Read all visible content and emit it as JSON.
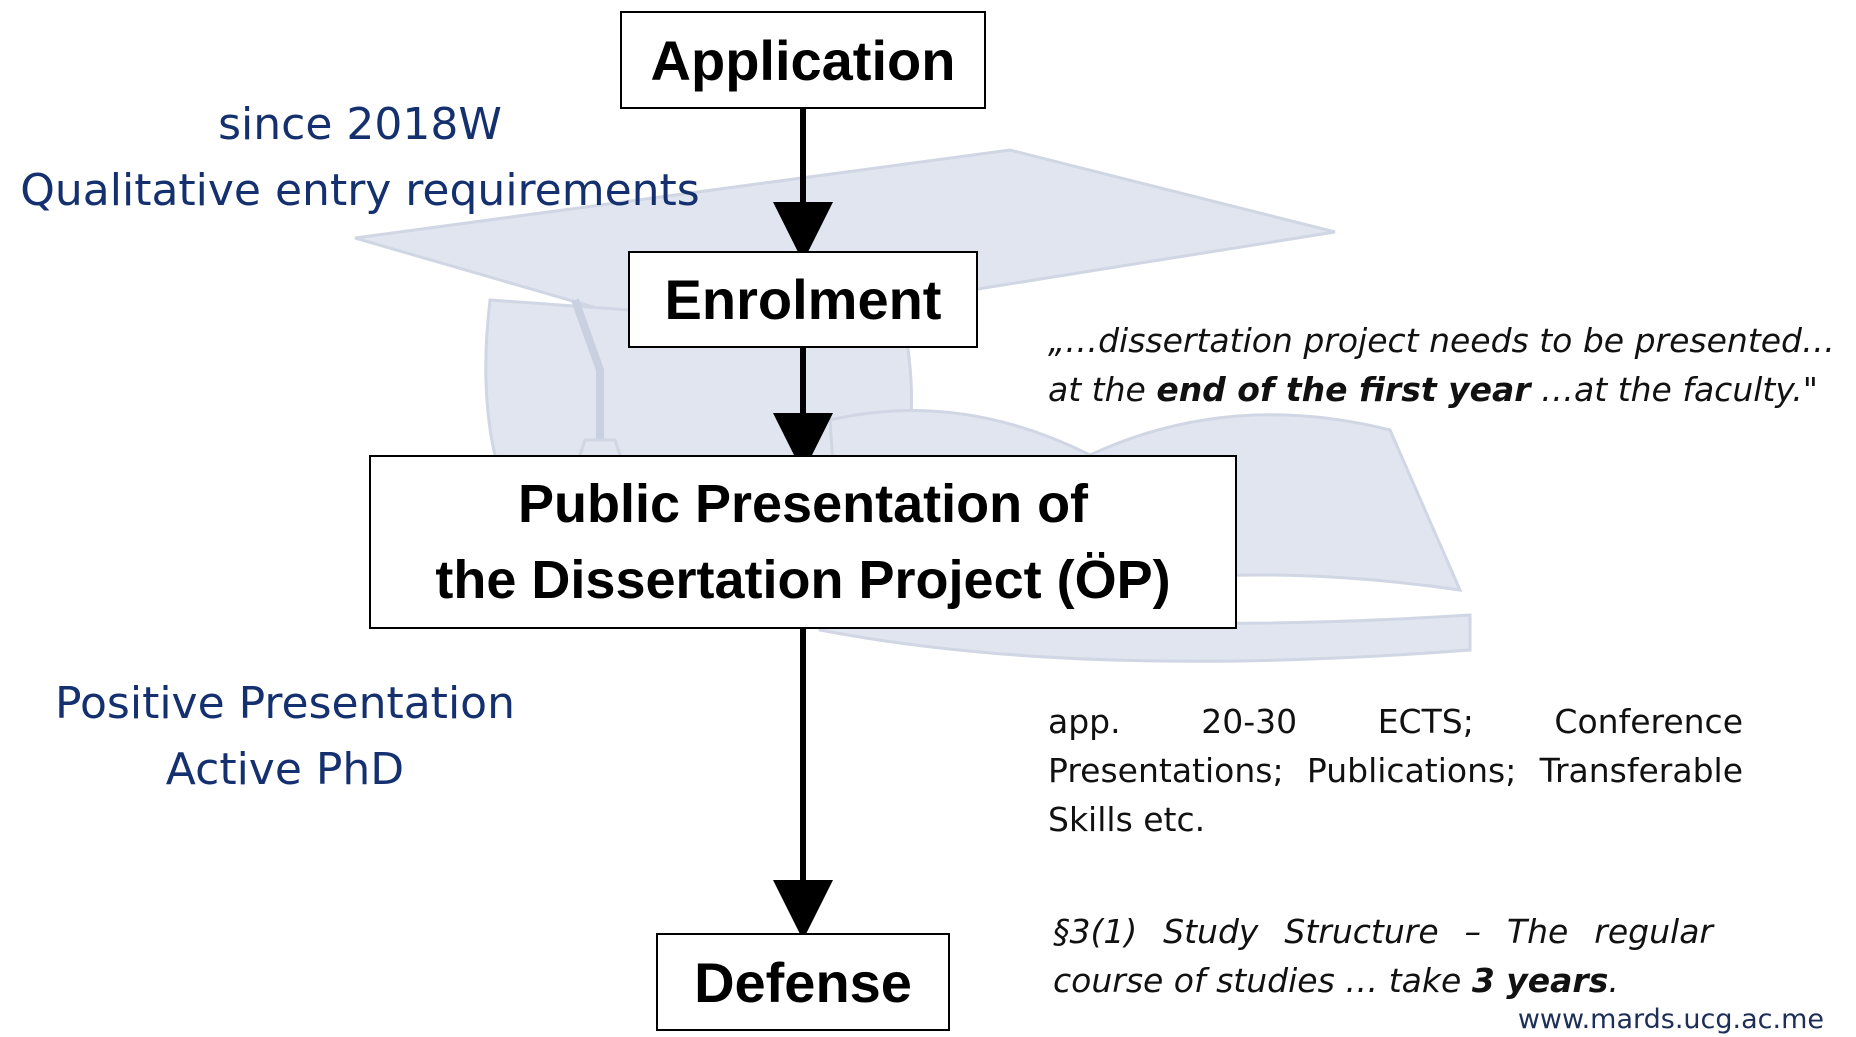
{
  "flow": {
    "application": "Application",
    "enrolment": "Enrolment",
    "presentation_line1": "Public Presentation of",
    "presentation_line2": "the Dissertation Project (ÖP)",
    "defense": "Defense"
  },
  "notes": {
    "entry_line1": "since 2018W",
    "entry_line2": "Qualitative entry requirements",
    "status_line1": "Positive Presentation",
    "status_line2": "Active PhD"
  },
  "quote": {
    "line1": "„…dissertation project needs to be presented…",
    "line2_pre": "at the ",
    "line2_bold": "end of the first year",
    "line2_post": " …at the faculty.\""
  },
  "workload": "app. 20-30 ECTS; Conference Presentations; Publications; Transferable Skills etc.",
  "rule": {
    "text_pre": "§3(1) Study Structure – The regular course of studies … take ",
    "text_bold": "3 years",
    "text_post": "."
  },
  "footer": {
    "url": "www.mards.ucg.ac.me"
  },
  "colors": {
    "note_blue": "#14306e",
    "watermark": "#dfe3ee",
    "arrow": "#000000"
  }
}
